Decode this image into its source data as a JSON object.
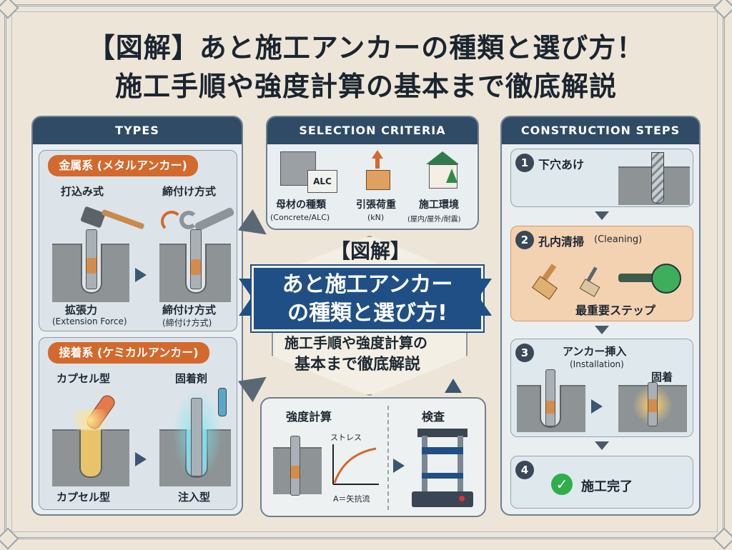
{
  "title": {
    "line1": "【図解】あと施工アンカーの種類と選び方！",
    "line2": "施工手順や強度計算の基本まで徹底解説"
  },
  "types": {
    "header": "TYPES",
    "metal": {
      "tag": "金属系 (メタルアンカー)",
      "left_top": "打込み式",
      "right_top": "締付け方式",
      "left_bottom": "拡張力",
      "left_bottom_sub": "(Extension Force)",
      "right_bottom": "締付け方式",
      "right_bottom_sub": "(締付け方式)"
    },
    "chemical": {
      "tag": "接着系 (ケミカルアンカー)",
      "left_top": "カプセル型",
      "right_top": "固着剤",
      "left_bottom": "カプセル型",
      "right_bottom": "注入型"
    }
  },
  "criteria": {
    "header": "SELECTION CRITERIA",
    "items": [
      {
        "label": "母材の種類",
        "sub": "(Concrete/ALC)",
        "badge": "ALC"
      },
      {
        "label": "引張荷重",
        "sub": "(kN)"
      },
      {
        "label": "施工環境",
        "sub": "(屋内/屋外/耐震)"
      }
    ]
  },
  "center": {
    "tag": "【図解】",
    "ribbon_line1": "あと施工アンカー",
    "ribbon_line2": "の種類と選び方!",
    "sub_line1": "施工手順や強度計算の",
    "sub_line2": "基本まで徹底解説"
  },
  "strength": {
    "calc_label": "強度計算",
    "curve_label": "ストレス",
    "axis_label": "A＝矢抗流",
    "inspect_label": "検査"
  },
  "steps": {
    "header": "CONSTRUCTION STEPS",
    "s1": {
      "num": "1",
      "label": "下穴あけ"
    },
    "s2": {
      "num": "2",
      "label": "孔内清掃",
      "sub": "(Cleaning)",
      "note": "最重要ステップ"
    },
    "s3": {
      "num": "3",
      "label": "アンカー挿入",
      "sub": "(Installation)",
      "fix": "固着"
    },
    "s4": {
      "num": "4",
      "label": "施工完了"
    }
  },
  "colors": {
    "navy": "#2f4b66",
    "orange": "#d3692c",
    "ribbon": "#1f4f84",
    "check": "#2fae4a"
  }
}
